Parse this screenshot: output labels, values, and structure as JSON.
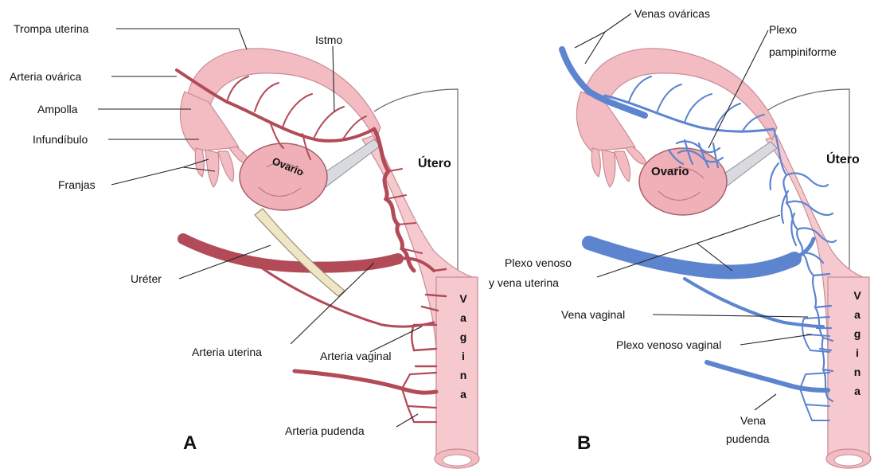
{
  "colors": {
    "artery": "#c85563",
    "vein": "#6f95dc",
    "tissue": "#f3bcc3",
    "ureter": "#efe6c8"
  },
  "panel_a": {
    "letter": "A",
    "labels": {
      "trompa": "Trompa uterina",
      "arteria_ovarica": "Arteria ovárica",
      "ampolla": "Ampolla",
      "infundibulo": "Infundíbulo",
      "franjas": "Franjas",
      "istmo": "Istmo",
      "utero": "Útero",
      "ovario": "Ovario",
      "ureter": "Uréter",
      "arteria_uterina": "Arteria uterina",
      "arteria_vaginal": "Arteria vaginal",
      "arteria_pudenda": "Arteria pudenda",
      "vagina_letters": [
        "V",
        "a",
        "g",
        "i",
        "n",
        "a"
      ]
    }
  },
  "panel_b": {
    "letter": "B",
    "labels": {
      "venas_ovaricas": "Venas ováricas",
      "plexo_1": "Plexo",
      "plexo_2": "pampiniforme",
      "utero": "Útero",
      "ovario": "Ovario",
      "plexo_venoso_1": "Plexo venoso",
      "plexo_venoso_2": "y vena uterina",
      "vena_vaginal": "Vena vaginal",
      "plexo_venoso_vaginal": "Plexo venoso vaginal",
      "vena_pudenda_1": "Vena",
      "vena_pudenda_2": "pudenda",
      "vagina_letters": [
        "V",
        "a",
        "g",
        "i",
        "n",
        "a"
      ]
    }
  }
}
